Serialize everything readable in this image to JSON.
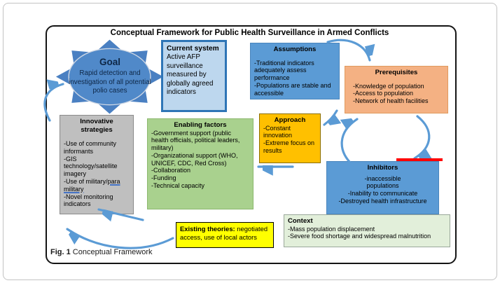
{
  "title": "Conceptual Framework for Public Health Surveillance in Armed Conflicts",
  "goal": {
    "heading": "Goal",
    "body": "Rapid detection and investigation of all potential polio cases"
  },
  "current_system": {
    "heading": "Current system",
    "body": "Active AFP surveillance measured by globally agreed indicators"
  },
  "assumptions": {
    "heading": "Assumptions",
    "items": [
      "-Traditional indicators adequately assess performance",
      "-Populations are stable and accessible"
    ]
  },
  "prerequisites": {
    "heading": "Prerequisites",
    "items": [
      "-Knowledge of population",
      "-Access to population",
      "-Network of health facilities"
    ]
  },
  "approach": {
    "heading": "Approach",
    "items": [
      "-Constant innovation",
      "-Extreme focus on results"
    ]
  },
  "enabling_factors": {
    "heading": "Enabling factors",
    "items": [
      "-Government support (public health officials, political leaders, military)",
      "-Organizational support (WHO, UNICEF, CDC, Red Cross)",
      "-Collaboration",
      "-Funding",
      "-Technical capacity"
    ]
  },
  "innovative_strategies": {
    "heading": "Innovative strategies",
    "items": [
      "-Use of community informants",
      "-GIS technology/satellite imagery",
      [
        {
          "t": "-Use of military/"
        },
        {
          "t": "para military",
          "u": true
        }
      ],
      "-Novel monitoring indicators"
    ]
  },
  "inhibitors": {
    "heading": "Inhibitors",
    "items": [
      "-inaccessible",
      "populations",
      "-Inability to communicate",
      "-Destroyed health infrastructure"
    ]
  },
  "context": {
    "heading": "Context",
    "items": [
      "-Mass population displacement",
      "-Severe food shortage and widespread malnutrition"
    ]
  },
  "existing_theories": {
    "label": "Existing theories:",
    "text": " negotiated access, use of local actors"
  },
  "caption": {
    "label": "Fig. 1",
    "text": " Conceptual Framework"
  },
  "colors": {
    "arrow_blue": "#5B9BD5",
    "blue_box": "#5B9BD5",
    "light_blue_box": "#BDD7EE",
    "dark_blue_border": "#2E75B6",
    "orange_box": "#F4B183",
    "gold_box": "#FFC000",
    "green_box": "#A9D18E",
    "pale_green_box": "#E2EFDA",
    "gray_box": "#BFBFBF",
    "yellow_box": "#FFFF00",
    "red_marker": "#FF0000",
    "star_blue": "#4F86C6"
  }
}
